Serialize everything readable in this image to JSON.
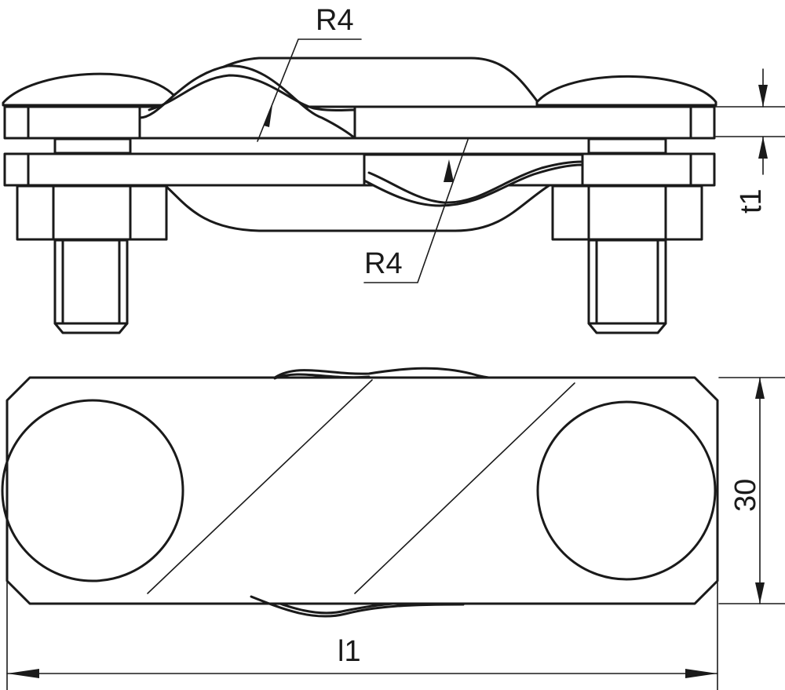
{
  "labels": {
    "radius_top": "R4",
    "radius_bottom": "R4",
    "thickness": "t1",
    "width": "30",
    "length": "l1"
  },
  "colors": {
    "line": "#1a1a1a",
    "background": "#ffffff"
  }
}
